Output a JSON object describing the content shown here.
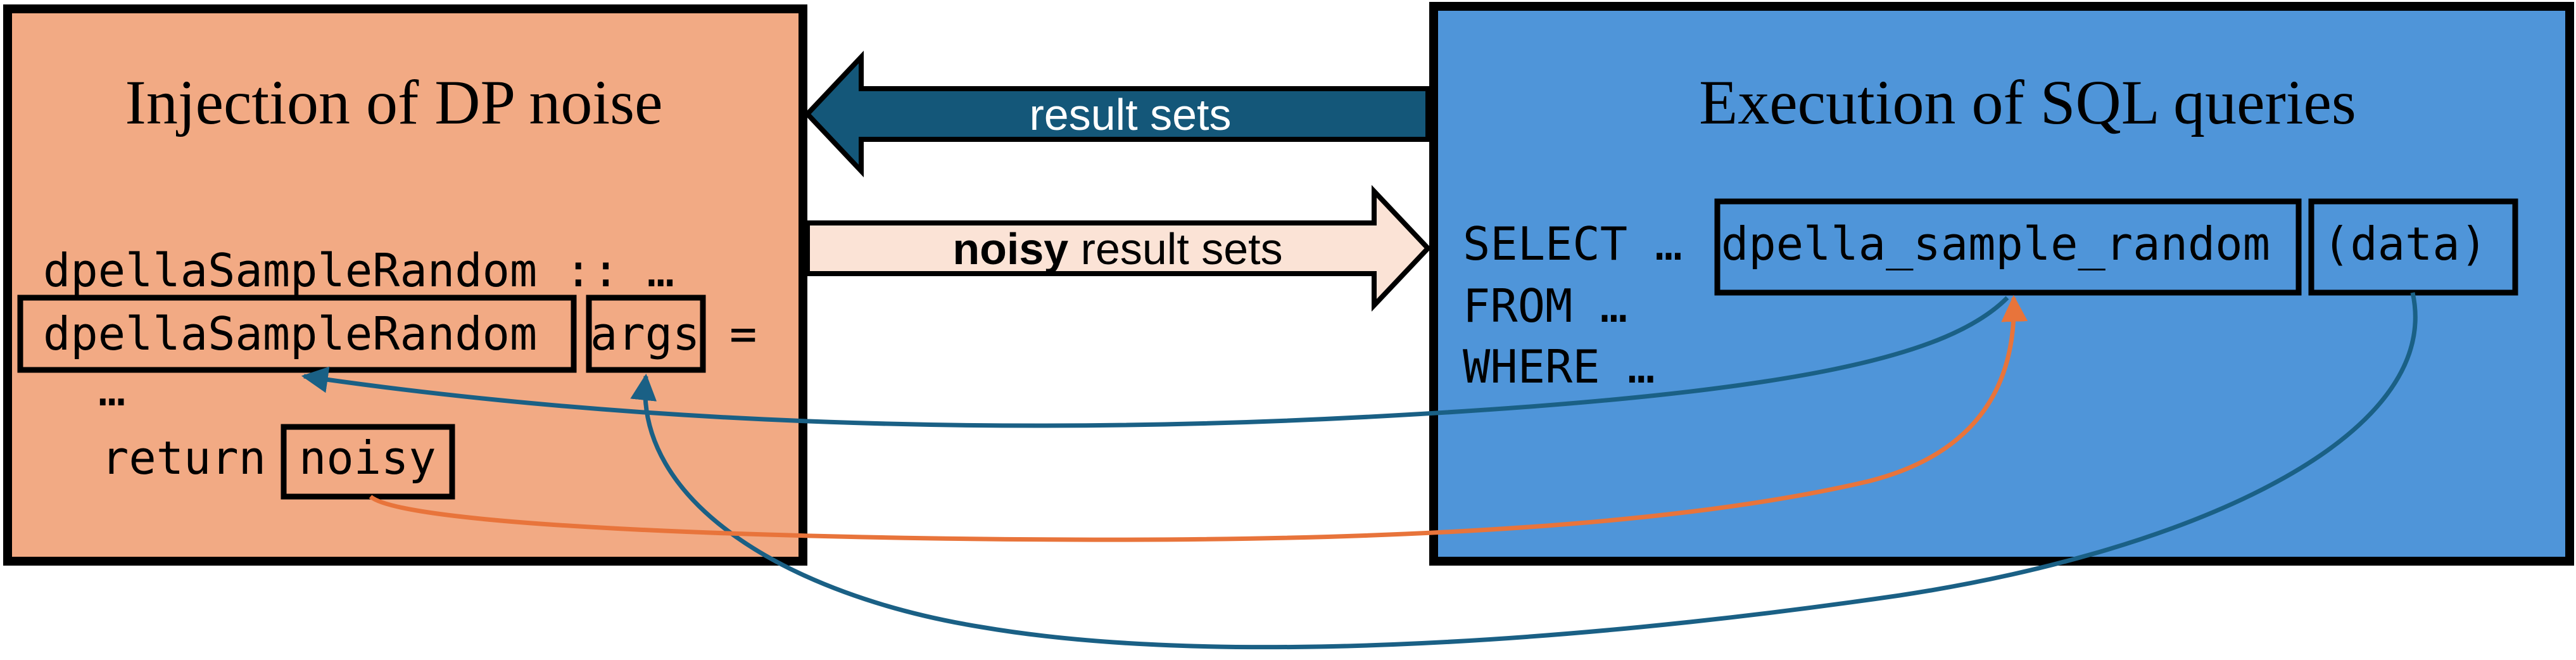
{
  "colors": {
    "left_box_fill": "#f2aa84",
    "right_box_fill": "#4f95d9",
    "result_arrow_fill": "#145779",
    "noisy_arrow_fill": "#fbe3d6",
    "blue_connector": "#1a6085",
    "orange_connector": "#e8743b"
  },
  "left_panel": {
    "title": "Injection of DP noise",
    "code": {
      "line1": "dpellaSampleRandom :: …",
      "line2_func": "dpellaSampleRandom",
      "line2_args": "args",
      "line2_eq": "=",
      "line3": "…",
      "line4_kw": "return",
      "line4_val": "noisy"
    }
  },
  "right_panel": {
    "title": "Execution of SQL queries",
    "code": {
      "select": "SELECT …",
      "func": "dpella_sample_random",
      "data": "(data)",
      "from": "FROM …",
      "where": "WHERE …"
    }
  },
  "arrows": {
    "result_sets": "result sets",
    "noisy_bold": "noisy",
    "noisy_rest": " result sets"
  }
}
